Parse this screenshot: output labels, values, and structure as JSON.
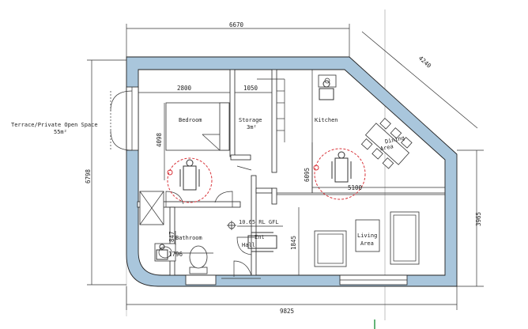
{
  "dimensions": {
    "top_overall": "6670",
    "diagonal": "4240",
    "left_height": "6798",
    "right_height": "3965",
    "bottom_overall": "9825",
    "bedroom_width": "2800",
    "storage_width": "1050",
    "bedroom_depth": "4098",
    "kitchen_depth": "6095",
    "living_width": "5100",
    "bathroom_depth": "847",
    "bathroom_width": "1796",
    "entry_depth": "1845"
  },
  "rooms": {
    "terrace_line1": "Terrace/Private Open Space",
    "terrace_line2": "55m²",
    "bedroom": "Bedroom",
    "storage_line1": "Storage",
    "storage_line2": "3m²",
    "kitchen": "Kitchen",
    "dining_line1": "Dining",
    "dining_line2": "Area",
    "living_line1": "Living",
    "living_line2": "Area",
    "bathroom": "Bathroom",
    "entry_line1": "Ent",
    "entry_line2": "Hall"
  },
  "annotations": {
    "level": "10.65 RL GFL"
  },
  "colors": {
    "wall_fill": "#a9c6dc",
    "turning_circle": "#d9343a"
  },
  "icons": [
    "wheelchair-icon",
    "turning-circle-icon",
    "bed-icon",
    "toilet-icon",
    "sink-icon",
    "sofa-icon",
    "table-icon",
    "shower-icon"
  ]
}
